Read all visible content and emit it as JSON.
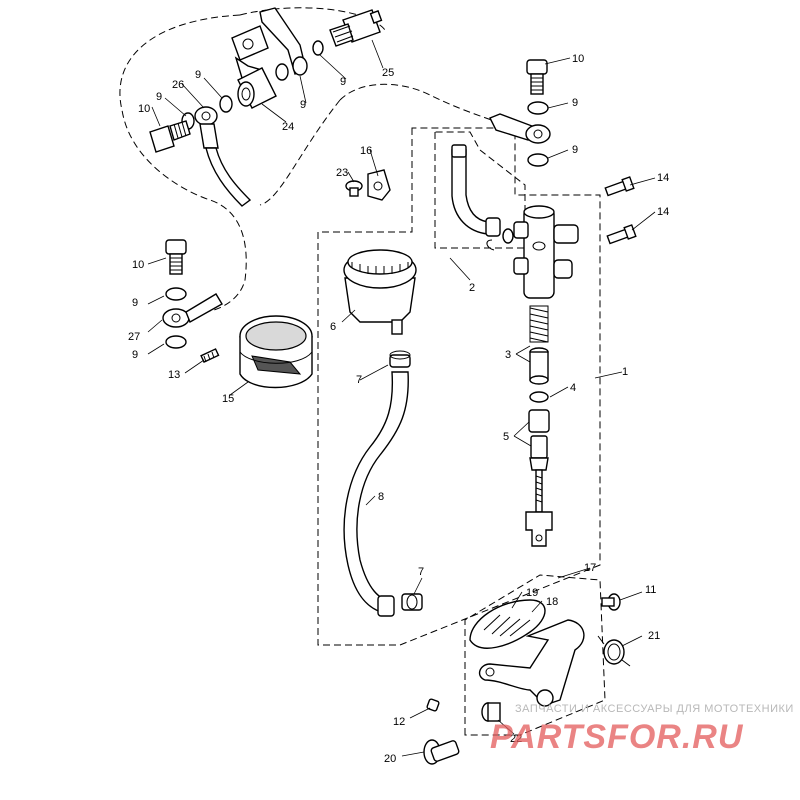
{
  "callouts": [
    "1",
    "2",
    "3",
    "4",
    "5",
    "6",
    "7",
    "8",
    "9",
    "10",
    "11",
    "12",
    "13",
    "14",
    "15",
    "16",
    "17",
    "18",
    "19",
    "20",
    "21",
    "22",
    "23",
    "24",
    "25",
    "26",
    "27"
  ],
  "watermark": {
    "caption": "ЗАПЧАСТИ И АКСЕССУАРЫ ДЛЯ МОТОТЕХНИКИ",
    "brand": "PARTSFOR.RU"
  },
  "colors": {
    "line": "#000000",
    "background": "#ffffff",
    "watermark": "#e35b5b"
  }
}
